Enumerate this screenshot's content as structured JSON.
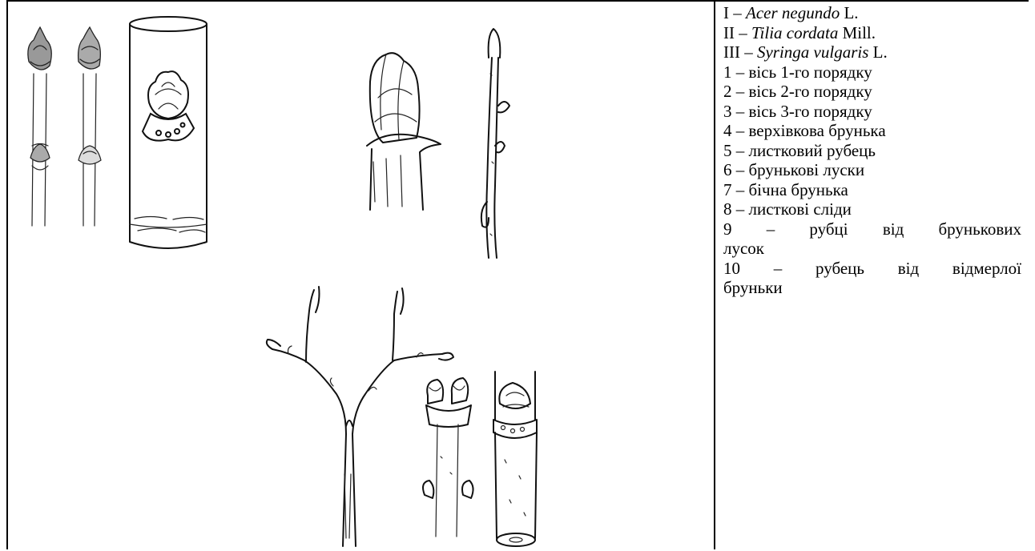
{
  "legend": {
    "species": [
      {
        "roman": "I",
        "name": "Acer negundo",
        "author": "L."
      },
      {
        "roman": "II",
        "name": "Tilia cordata",
        "author": "Mill."
      },
      {
        "roman": "III",
        "name": "Syringa vulgaris",
        "author": "L."
      }
    ],
    "items": [
      "1 – вісь 1-го порядку",
      "2 – вісь 2-го порядку",
      "3 – вісь 3-го порядку",
      "4 – верхівкова брунька",
      "5 – листковий рубець",
      "6 – брунькові луски",
      "7 – бічна брунька",
      "8 – листкові сліди"
    ],
    "item9_first": "9 – рубці від брунькових",
    "item9_rest": "лусок",
    "item10_first": "10 – рубець від відмерлої",
    "item10_rest": "бруньки",
    "dash": "–"
  },
  "figure": {
    "drawings": [
      "acer-negundo-shoot-drawings",
      "tilia-cordata-bud-drawings",
      "syringa-vulgaris-branch-drawings"
    ]
  }
}
